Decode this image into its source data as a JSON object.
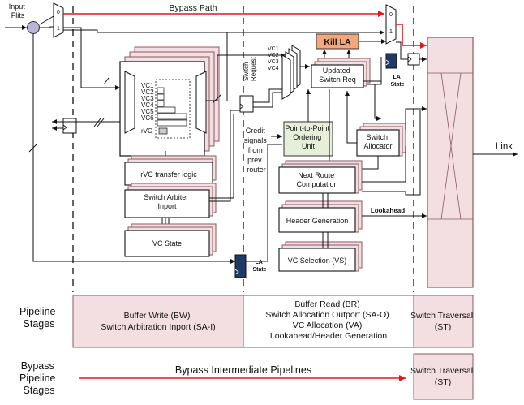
{
  "inputs": {
    "line1": "Input",
    "line2": "Flits"
  },
  "bypass_path": "Bypass Path",
  "mux_labels": {
    "zero": "0",
    "one": "1"
  },
  "kill_la": "Kill LA",
  "la_state": {
    "line1": "LA",
    "line2": "State"
  },
  "switch_request": {
    "line1": "Switch",
    "line2": "Request"
  },
  "vc_list": [
    "VC1",
    "VC2",
    "VC3",
    "VC4",
    "VC5",
    "VC6",
    "rVC"
  ],
  "request_vcs": [
    "VC1",
    "VC2",
    "VC3",
    "VC4"
  ],
  "updated_switch_req": {
    "line1": "Updated",
    "line2": "Switch Req"
  },
  "credit_signals": [
    "Credit",
    "signals",
    "from",
    "prev.",
    "router"
  ],
  "p2p_unit": {
    "line1": "Point-to-Point",
    "line2": "Ordering",
    "line3": "Unit"
  },
  "switch_allocator": {
    "line1": "Switch",
    "line2": "Allocator"
  },
  "next_route": {
    "line1": "Next Route",
    "line2": "Computation"
  },
  "header_generation": "Header Generation",
  "lookahead": "Lookahead",
  "vc_selection": "VC Selection (VS)",
  "rvc_transfer_logic": "rVC transfer logic",
  "switch_arbiter": {
    "line1": "Switch Arbiter",
    "line2": "Inport"
  },
  "vc_state": "VC State",
  "link": "Link",
  "pipeline_stages": {
    "label": [
      "Pipeline",
      "Stages"
    ],
    "stage1": [
      "Buffer Write (BW)",
      "Switch Arbitration Inport (SA-I)"
    ],
    "stage2": [
      "Buffer Read (BR)",
      "Switch Allocation Outport (SA-O)",
      "VC Allocation (VA)",
      "Lookahead/Header Generation"
    ],
    "stage3": [
      "Switch Traversal",
      "(ST)"
    ]
  },
  "bypass_pipeline": {
    "label": [
      "Bypass",
      "Pipeline",
      "Stages"
    ],
    "arrow_text": "Bypass Intermediate Pipelines",
    "stage": [
      "Switch Traversal",
      "(ST)"
    ]
  },
  "colors": {
    "pink_fill": "#f3dfe1",
    "pink_stroke": "#8a5a5e",
    "kill_la_fill": "#f4a87a",
    "p2p_fill": "#e6f0d8",
    "la_state_fill": "#1f3a66",
    "bypass_red": "#e8141c",
    "input_circle": "#b9b4d8"
  }
}
